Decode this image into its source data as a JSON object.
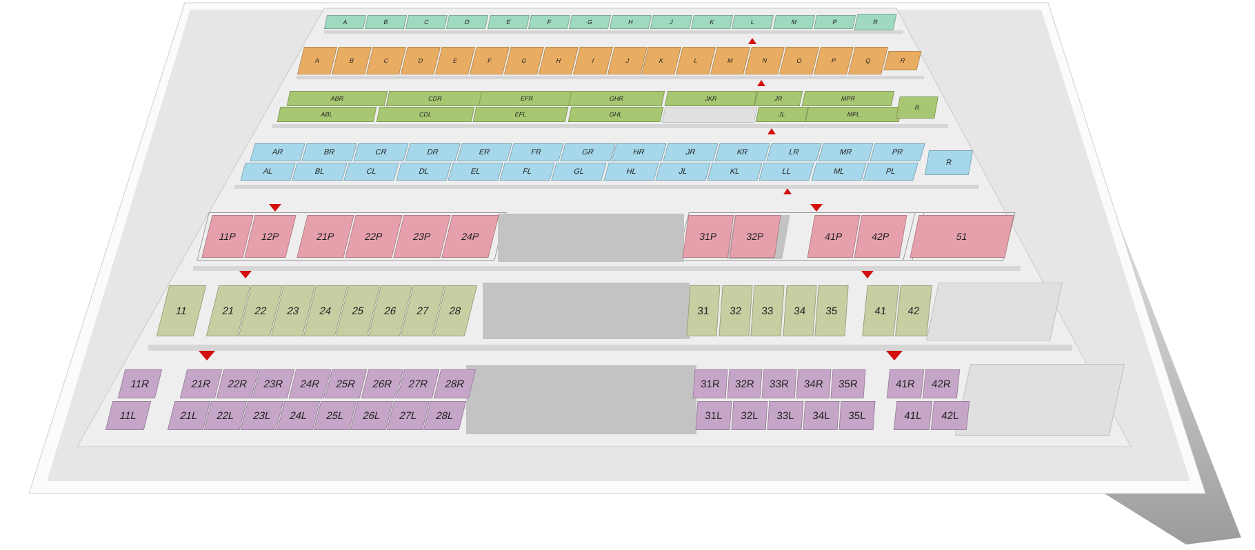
{
  "colors": {
    "row_a": "#9fd9bf",
    "row_b": "#e8ad62",
    "row_c": "#a8c772",
    "row_d": "#a6d7ea",
    "row_e": "#e6a0ab",
    "row_f": "#c6cfa2",
    "row_g": "#c6a6c8",
    "marker": "#d21010"
  },
  "rows": {
    "row_a": {
      "labels": [
        "A",
        "B",
        "C",
        "D",
        "E",
        "F",
        "G",
        "H",
        "J",
        "K",
        "L",
        "M",
        "P",
        "R"
      ]
    },
    "row_b": {
      "labels": [
        "A",
        "B",
        "C",
        "D",
        "E",
        "F",
        "G",
        "H",
        "I",
        "J",
        "K",
        "L",
        "M",
        "N",
        "O",
        "P",
        "Q",
        "R"
      ]
    },
    "row_c": {
      "top": [
        "ABR",
        "CDR",
        "EFR",
        "GHR",
        "JKR",
        "JR",
        "MPR"
      ],
      "bottom": [
        "ABL",
        "CDL",
        "EFL",
        "GHL",
        "JL",
        "MPL"
      ],
      "right": "R"
    },
    "row_d": {
      "top": [
        "AR",
        "BR",
        "CR",
        "DR",
        "ER",
        "FR",
        "GR",
        "HR",
        "JR",
        "KR",
        "LR",
        "MR",
        "PR"
      ],
      "bottom": [
        "AL",
        "BL",
        "CL",
        "DL",
        "EL",
        "FL",
        "GL",
        "HL",
        "JL",
        "KL",
        "LL",
        "ML",
        "PL"
      ],
      "right": "R"
    },
    "row_e": {
      "left": [
        "11P",
        "12P"
      ],
      "mid": [
        "21P",
        "22P",
        "23P",
        "24P"
      ],
      "right1": [
        "31P",
        "32P"
      ],
      "right2": [
        "41P",
        "42P"
      ],
      "big": "51"
    },
    "row_f": {
      "single": [
        "11"
      ],
      "mid": [
        "21",
        "22",
        "23",
        "24",
        "25",
        "26",
        "27",
        "28"
      ],
      "right1": [
        "31",
        "32",
        "33",
        "34",
        "35"
      ],
      "right2": [
        "41",
        "42"
      ]
    },
    "row_g": {
      "left_top": [
        "11R"
      ],
      "left_bot": [
        "11L"
      ],
      "mid_top": [
        "21R",
        "22R",
        "23R",
        "24R",
        "25R",
        "26R",
        "27R",
        "28R"
      ],
      "mid_bot": [
        "21L",
        "22L",
        "23L",
        "24L",
        "25L",
        "26L",
        "27L",
        "28L"
      ],
      "r1_top": [
        "31R",
        "32R",
        "33R",
        "34R",
        "35R"
      ],
      "r1_bot": [
        "31L",
        "32L",
        "33L",
        "34L",
        "35L"
      ],
      "r2_top": [
        "41R",
        "42R"
      ],
      "r2_bot": [
        "41L",
        "42L"
      ]
    }
  }
}
